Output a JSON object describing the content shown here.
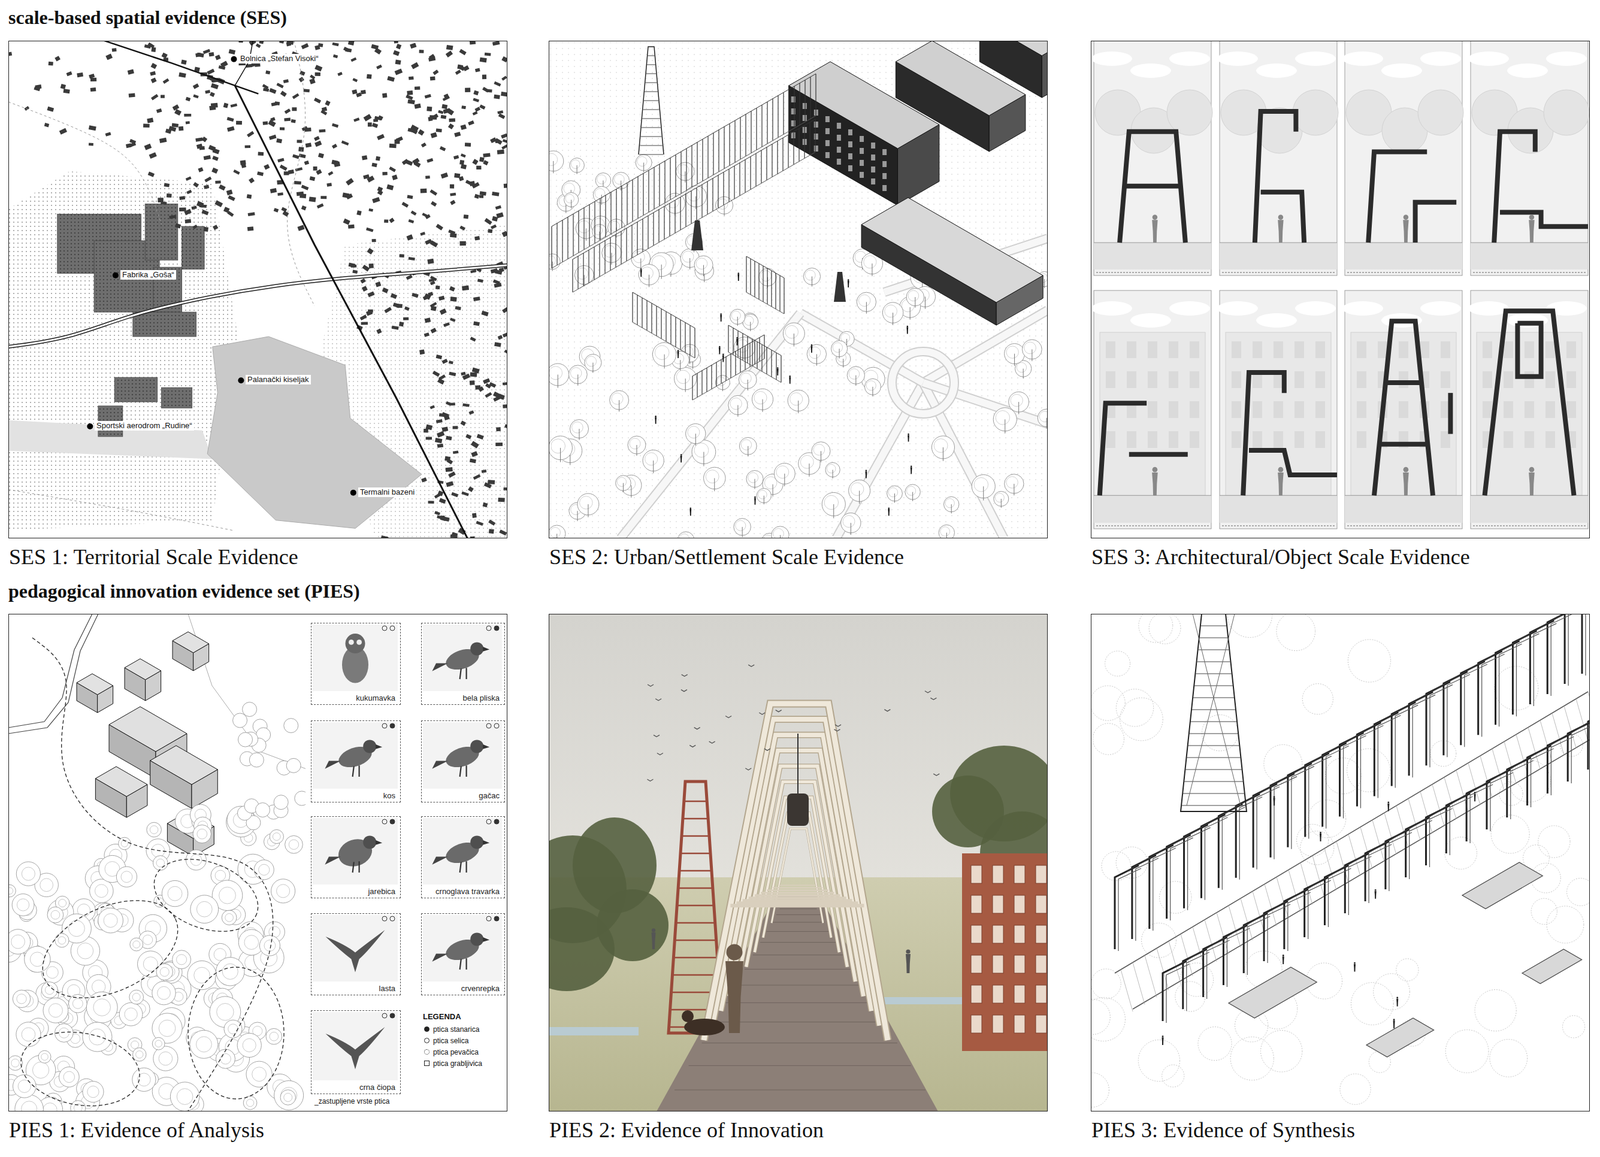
{
  "diagram": {
    "nodes": [
      {
        "text": [
          "SES 1: Territorial Scale Evidence"
        ]
      },
      {
        "text": [
          "SES 2: Urban/Settlement Scale Evidence"
        ]
      },
      {
        "text": [
          "SES 3: Architectural/Object Scale Evidence"
        ]
      },
      {
        "text": [
          "PIES 1: Evidence of Analysis"
        ]
      },
      {
        "text": [
          "kukumavka"
        ],
        "in": 3
      },
      {
        "text": [
          "bela pliska"
        ],
        "in": 3
      },
      {
        "text": [
          "kos"
        ],
        "in": 3
      },
      {
        "text": [
          "gačac"
        ],
        "in": 3
      },
      {
        "text": [
          "jarebica"
        ],
        "in": 3
      },
      {
        "text": [
          "crnoglava travarka"
        ],
        "in": 3
      },
      {
        "text": [
          "lasta"
        ],
        "in": 3
      },
      {
        "text": [
          "crvenrepka"
        ],
        "in": 3
      },
      {
        "text": [
          "crna čiopa"
        ],
        "in": 3
      },
      {
        "text": [
          "PIES 2: Evidence of Innovation"
        ]
      },
      {
        "text": [
          "PIES 3: Evidence of Synthesis"
        ]
      }
    ],
    "labels": [
      "scale-based spatial evidence (SES)",
      "Bolnica „Stefan Visoki“",
      "Fabrika „Goša“",
      "Palanački kiseljak",
      "Sportski aerodrom „Rudine“",
      "Termalni bazeni",
      "pedagogical innovation evidence set (PIES)",
      "LEGENDA",
      "_zastupljene vrste ptica"
    ],
    "legend": [
      {
        "text": "ptica stanarica"
      },
      {
        "text": "ptica selica"
      },
      {
        "text": "ptica pevačica"
      },
      {
        "text": "ptica grabljivica"
      }
    ]
  }
}
